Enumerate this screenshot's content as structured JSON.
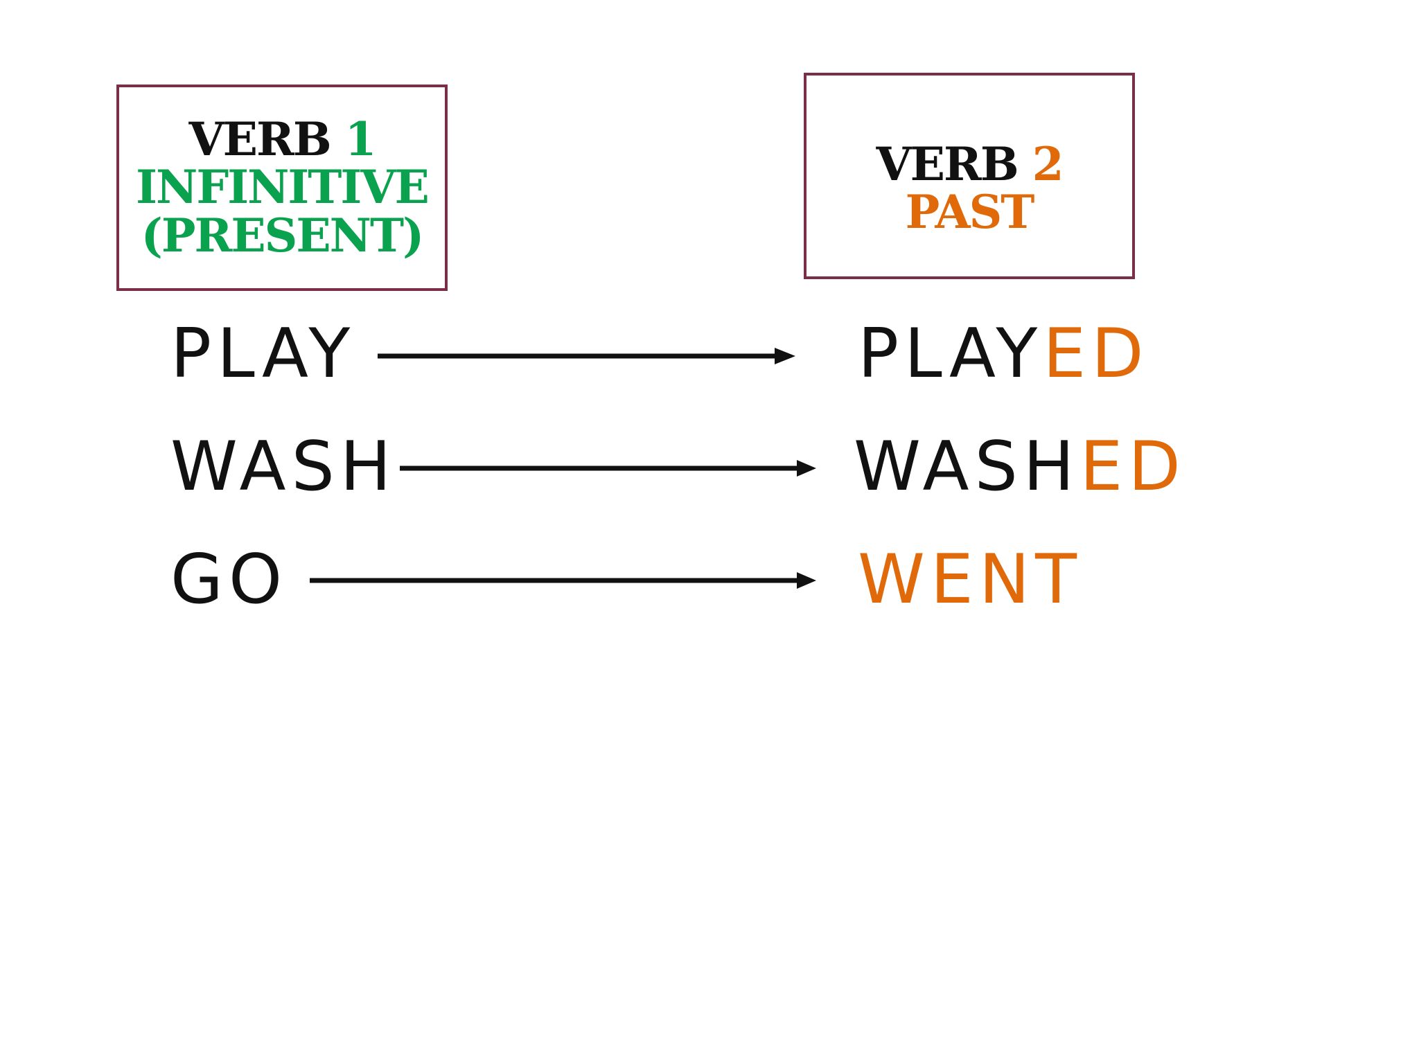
{
  "header_left": {
    "verb_word": "VERB",
    "verb_number": "1",
    "line2": "INFINITIVE",
    "line3": "(PRESENT)"
  },
  "header_right": {
    "verb_word": "VERB",
    "verb_number": "2",
    "line2": "PAST"
  },
  "rows": [
    {
      "infinitive": "PLAY",
      "past_stem": "PLAY",
      "past_suffix": "ED"
    },
    {
      "infinitive": "WASH",
      "past_stem": "WASH",
      "past_suffix": "ED"
    },
    {
      "infinitive": "GO",
      "past_irregular": "WENT"
    }
  ],
  "colors": {
    "box_border": "#7b2d4a",
    "green": "#0aa14f",
    "orange": "#e0690a",
    "black": "#111111"
  }
}
